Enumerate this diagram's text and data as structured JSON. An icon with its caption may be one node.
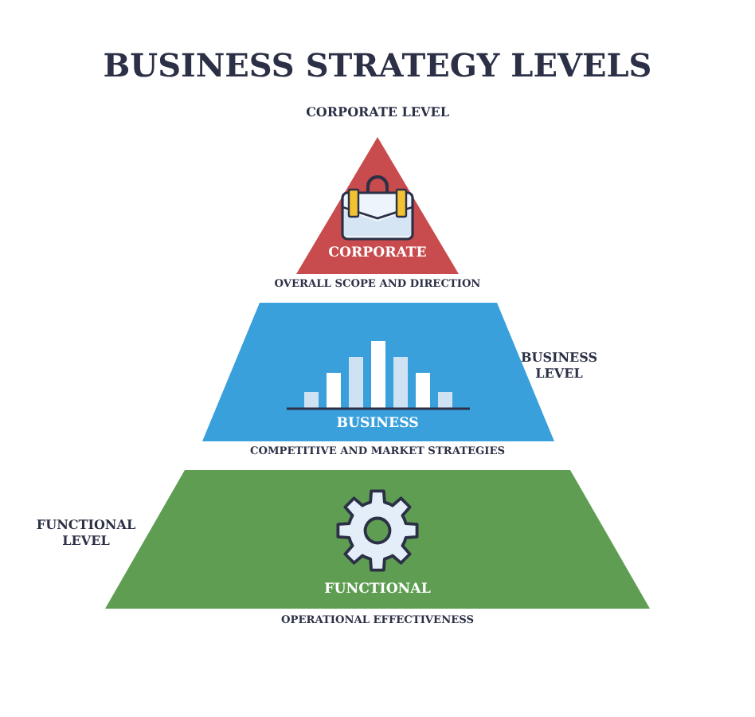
{
  "diagram": {
    "title": "BUSINESS STRATEGY LEVELS",
    "nodes": [
      {
        "text": [
          "CORPORATE"
        ],
        "beside": [
          "CORPORATE LEVEL",
          "OVERALL SCOPE AND DIRECTION"
        ]
      },
      {
        "text": [
          "BUSINESS"
        ],
        "beside": [
          "BUSINESS LEVEL",
          "COMPETITIVE AND MARKET STRATEGIES"
        ]
      },
      {
        "text": [
          "FUNCTIONAL"
        ],
        "beside": [
          "FUNCTIONAL LEVEL",
          "OPERATIONAL EFFECTIVENESS"
        ]
      }
    ]
  }
}
